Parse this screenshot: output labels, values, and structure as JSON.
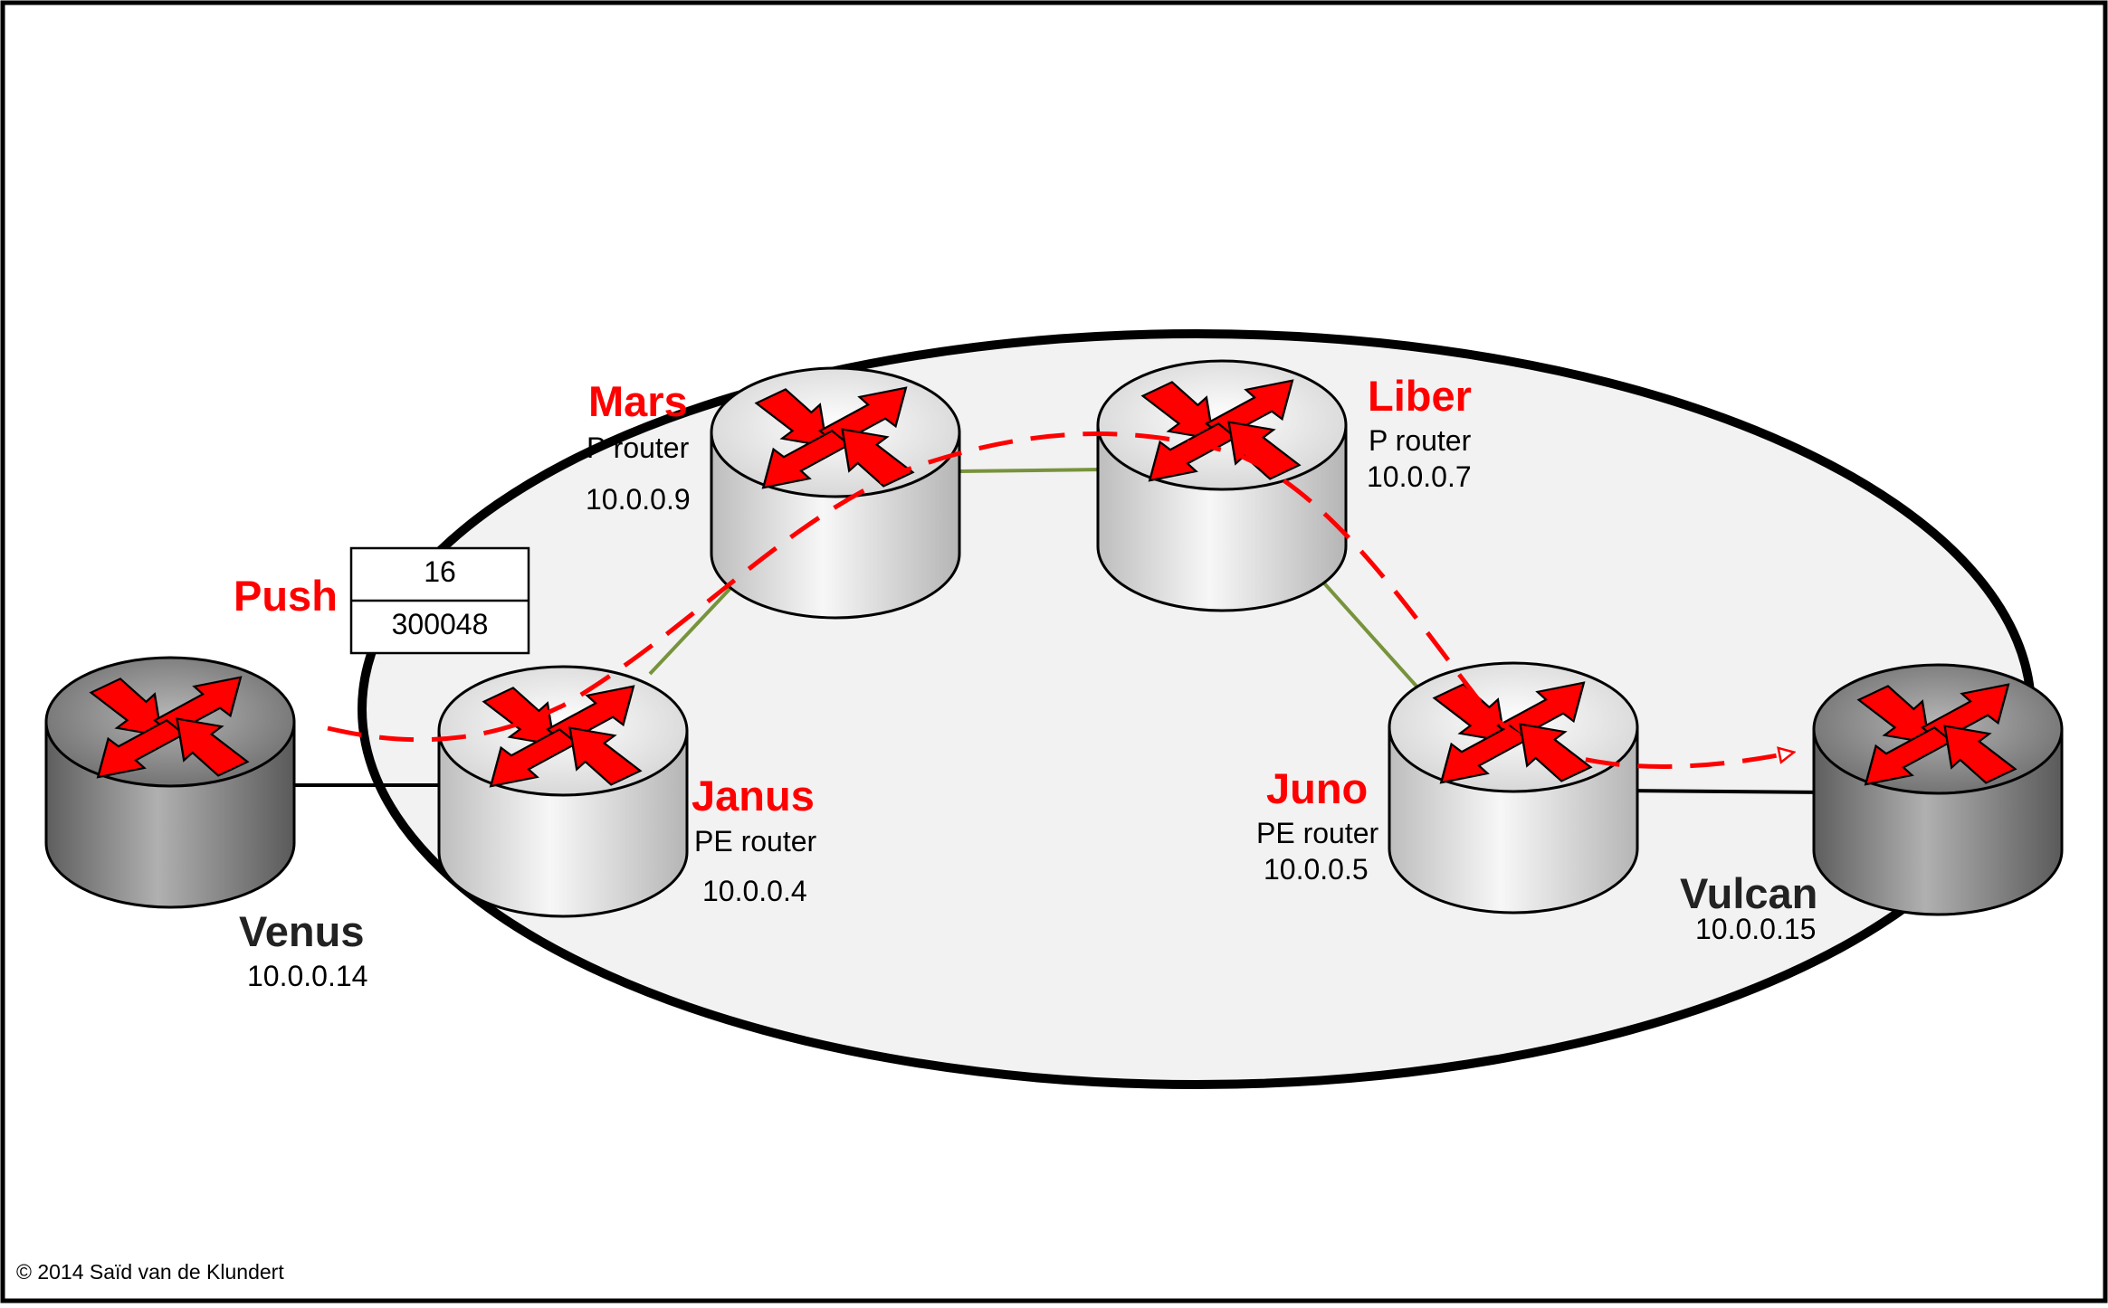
{
  "colors": {
    "accent_red": "#ff0000",
    "pe_link": "#77933c",
    "cloud_fill": "#f2f2f2",
    "border": "#000000"
  },
  "routers": {
    "venus": {
      "name": "Venus",
      "ip": "10.0.0.14",
      "icon": "router-icon"
    },
    "janus": {
      "name": "Janus",
      "role": "PE router",
      "ip": "10.0.0.4",
      "icon": "router-icon"
    },
    "mars": {
      "name": "Mars",
      "role": "P router",
      "ip": "10.0.0.9",
      "icon": "router-icon"
    },
    "liber": {
      "name": "Liber",
      "role": "P router",
      "ip": "10.0.0.7",
      "icon": "router-icon"
    },
    "juno": {
      "name": "Juno",
      "role": "PE router",
      "ip": "10.0.0.5",
      "icon": "router-icon"
    },
    "vulcan": {
      "name": "Vulcan",
      "ip": "10.0.0.15",
      "icon": "router-icon"
    }
  },
  "label_stack": {
    "action": "Push",
    "labels": [
      "16",
      "300048"
    ]
  },
  "copyright": "© 2014 Saïd van de Klundert"
}
